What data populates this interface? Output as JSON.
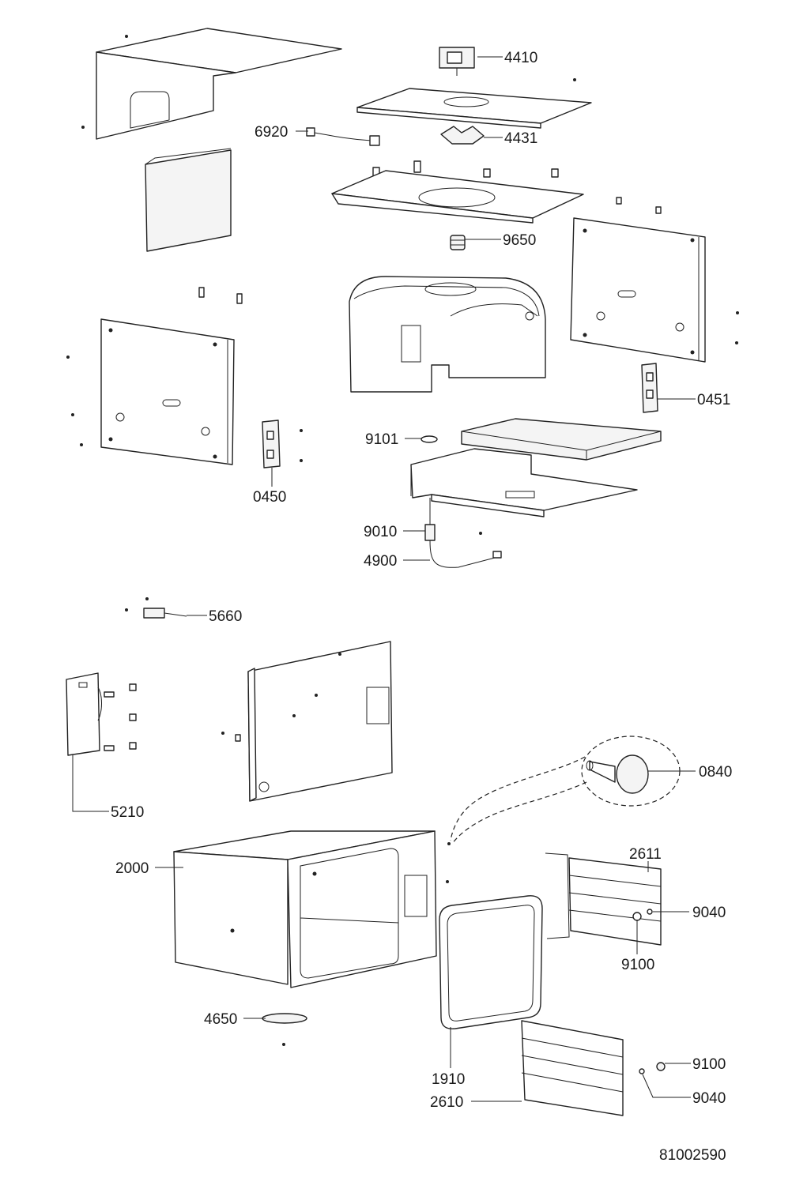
{
  "callouts": {
    "c4410": "4410",
    "c6920": "6920",
    "c4431": "4431",
    "c9650": "9650",
    "c0451": "0451",
    "c9101": "9101",
    "c0450": "0450",
    "c9010": "9010",
    "c4900": "4900",
    "c5660": "5660",
    "c5210": "5210",
    "c0840": "0840",
    "c2611": "2611",
    "c2000": "2000",
    "c9040a": "9040",
    "c9100a": "9100",
    "c4650": "4650",
    "c9100b": "9100",
    "c1910": "1910",
    "c2610": "2610",
    "c9040b": "9040"
  },
  "drawing_number": "81002590"
}
